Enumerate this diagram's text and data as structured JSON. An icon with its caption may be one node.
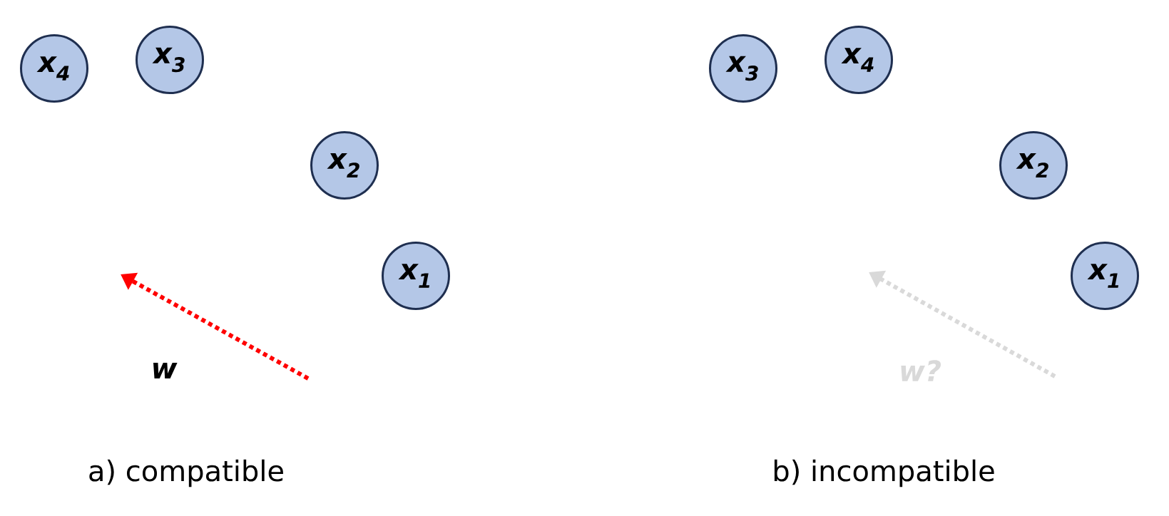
{
  "diagram": {
    "nodes": [
      {
        "text": [
          "x$_{4}$"
        ]
      },
      {
        "text": [
          "x$_{3}$"
        ]
      },
      {
        "text": [
          "x$_{2}$"
        ]
      },
      {
        "text": [
          "x$_{1}$"
        ]
      },
      {
        "text": [
          "x$_{3}$"
        ]
      },
      {
        "text": [
          "x$_{4}$"
        ]
      },
      {
        "text": [
          "x$_{2}$"
        ]
      },
      {
        "text": [
          "x$_{1}$"
        ]
      }
    ],
    "labels": [
      "w",
      "w?",
      "a) compatible",
      "b) incompatible"
    ]
  }
}
